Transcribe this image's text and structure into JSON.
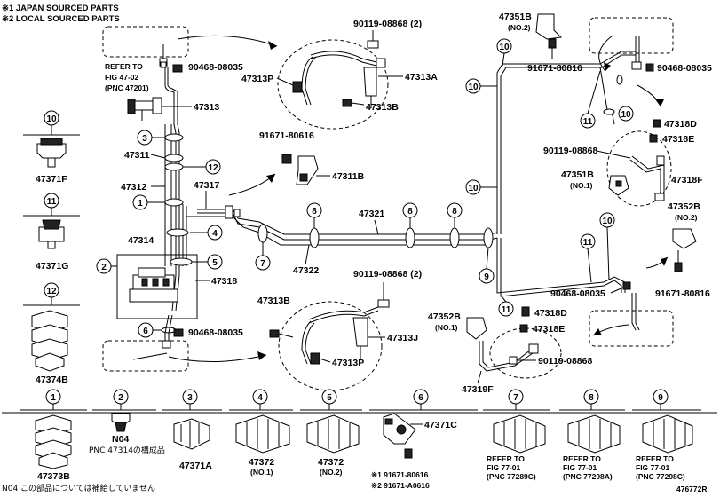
{
  "notes": {
    "japan": "※1 JAPAN SOURCED PARTS",
    "local": "※2 LOCAL SOURCED PARTS",
    "footer": "N04 この部品については補給していません",
    "diagram_id": "476772R"
  },
  "labels": {
    "p90119_08868_2_top": "90119-08868 (2)",
    "p90468_08035_a": "90468-08035",
    "refer_47_02": "REFER TO",
    "refer_47_02_b": "FIG 47-02",
    "refer_47_02_c": "(PNC 47201)",
    "p47313P_top": "47313P",
    "p47313A": "47313A",
    "p47313B_top": "47313B",
    "p47313": "47313",
    "p47311": "47311",
    "p91671_80616": "91671-80616",
    "p47311B": "47311B",
    "p47312": "47312",
    "p47317": "47317",
    "p47321": "47321",
    "p47314": "47314",
    "p47322": "47322",
    "p47318": "47318",
    "p90119_08868_2_bot": "90119-08868 (2)",
    "p47313B_bot": "47313B",
    "p90468_08035_b": "90468-08035",
    "p47313J": "47313J",
    "p47313P_bot": "47313P",
    "p47351B_top": "47351B",
    "p47351B_top_n": "(NO.2)",
    "p91671_80816_top": "91671-80816",
    "p90468_08035_c": "90468-08035",
    "p47318D_top": "47318D",
    "p47318E_top": "47318E",
    "p90119_08868_r": "90119-08868",
    "p47351B_mid": "47351B",
    "p47351B_mid_n": "(NO.1)",
    "p47318F": "47318F",
    "p47352B_r": "47352B",
    "p47352B_r_n": "(NO.2)",
    "p90468_08035_d": "90468-08035",
    "p91671_80816_r": "91671-80816",
    "p47352B_l": "47352B",
    "p47352B_l_n": "(NO.1)",
    "p47318D_bot": "47318D",
    "p47318E_bot": "47318E",
    "p90119_08868_rb": "90119-08868",
    "p47319F": "47319F",
    "p47371F": "47371F",
    "p47371G": "47371G",
    "p47374B": "47374B"
  },
  "legend": [
    {
      "num": "1",
      "l1": "47373B",
      "l2": "",
      "l3": ""
    },
    {
      "num": "2",
      "l1": "N04",
      "l2": "PNC 47314の構成品",
      "l3": ""
    },
    {
      "num": "3",
      "l1": "47371A",
      "l2": "",
      "l3": ""
    },
    {
      "num": "4",
      "l1": "47372",
      "l2": "(NO.1)",
      "l3": ""
    },
    {
      "num": "5",
      "l1": "47372",
      "l2": "(NO.2)",
      "l3": ""
    },
    {
      "num": "6",
      "l1": "47371C",
      "l2": "※1 91671-80616",
      "l3": "※2 91671-A0616"
    },
    {
      "num": "7",
      "l1": "REFER TO",
      "l2": "FIG 77-01",
      "l3": "(PNC 77289C)"
    },
    {
      "num": "8",
      "l1": "REFER TO",
      "l2": "FIG 77-01",
      "l3": "(PNC 77298A)"
    },
    {
      "num": "9",
      "l1": "REFER TO",
      "l2": "FIG 77-01",
      "l3": "(PNC 77298C)"
    }
  ],
  "circles": [
    "1",
    "2",
    "3",
    "4",
    "5",
    "6",
    "7",
    "8",
    "9",
    "10",
    "11",
    "12"
  ]
}
